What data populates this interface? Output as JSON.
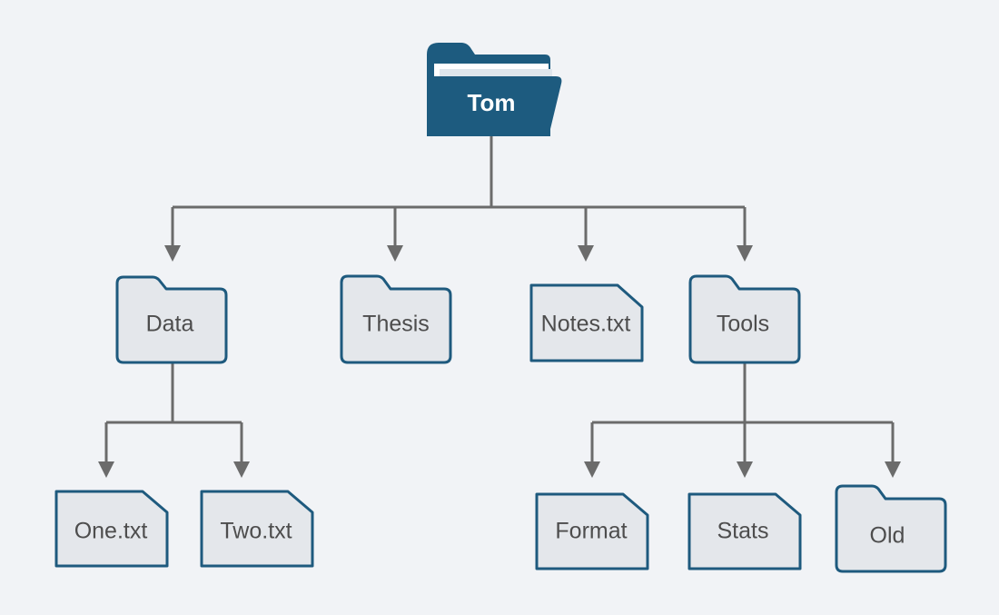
{
  "colors": {
    "background": "#f1f3f6",
    "root_fill": "#1d5b7f",
    "node_fill": "#e4e7eb",
    "node_stroke": "#1e5a7e",
    "connector": "#6b6b6b",
    "label_text": "#4d4d4d"
  },
  "root": {
    "label": "Tom",
    "icon": "folder-open-icon"
  },
  "level1": [
    {
      "label": "Data",
      "kind": "folder"
    },
    {
      "label": "Thesis",
      "kind": "folder"
    },
    {
      "label": "Notes.txt",
      "kind": "file"
    },
    {
      "label": "Tools",
      "kind": "folder"
    }
  ],
  "data_children": [
    {
      "label": "One.txt",
      "kind": "file"
    },
    {
      "label": "Two.txt",
      "kind": "file"
    }
  ],
  "tools_children": [
    {
      "label": "Format",
      "kind": "file"
    },
    {
      "label": "Stats",
      "kind": "file"
    },
    {
      "label": "Old",
      "kind": "folder"
    }
  ]
}
